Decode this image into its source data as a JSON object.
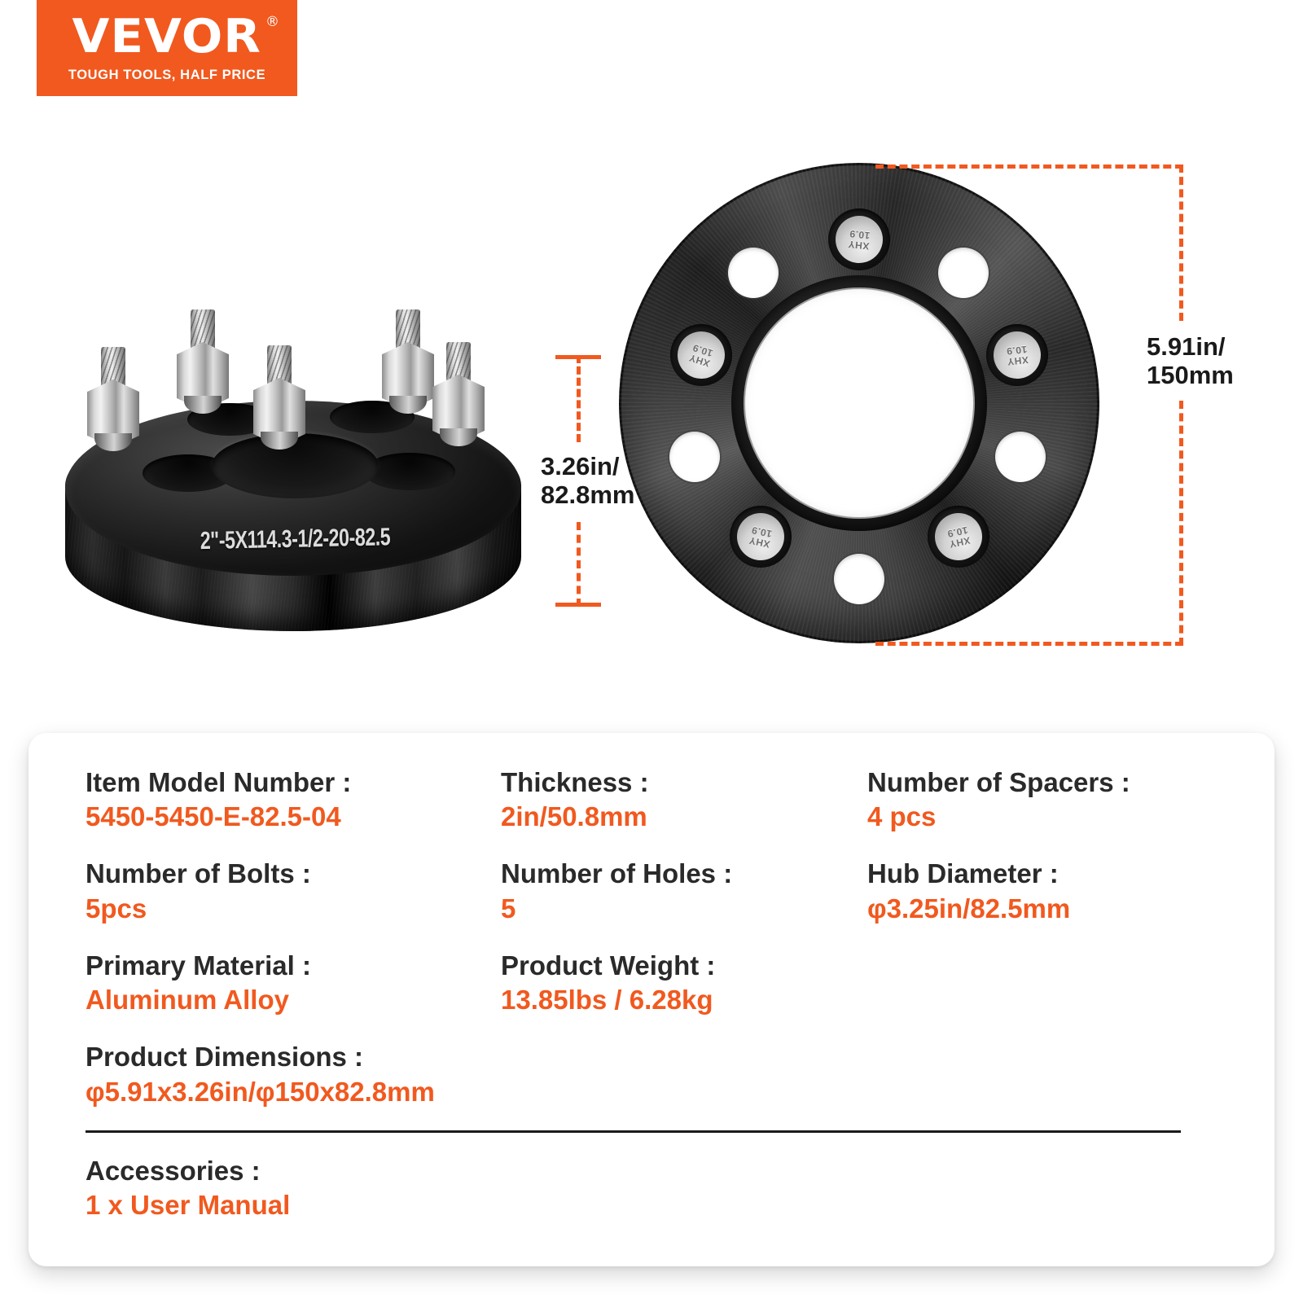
{
  "brand": {
    "wordmark": "VEVOR",
    "registered_mark": "®",
    "tagline": "TOUGH TOOLS, HALF PRICE",
    "banner_color": "#F1591F"
  },
  "product_images": {
    "perspective_view": {
      "name": "wheel-spacer-perspective",
      "engraving": "2\"-5X114.3-1/2-20-82.5",
      "stud_count": 5
    },
    "face_view": {
      "name": "wheel-spacer-face",
      "bolt_marking_brand": "XHY",
      "bolt_marking_grade": "10.9",
      "bolt_count": 5,
      "lug_hole_count": 5
    }
  },
  "dimensions": {
    "thickness": {
      "label": "3.26in/\n82.8mm",
      "line_color": "#F1591F"
    },
    "diameter": {
      "label": "5.91in/\n150mm",
      "line_color": "#F1591F"
    }
  },
  "specs": {
    "accent_color": "#F1591F",
    "label_color": "#2A2A2A",
    "rows": [
      {
        "label": "Item Model Number :",
        "value": "5450-5450-E-82.5-04"
      },
      {
        "label": "Thickness :",
        "value": "2in/50.8mm"
      },
      {
        "label": "Number of Spacers :",
        "value": "4 pcs"
      },
      {
        "label": "Number of Bolts :",
        "value": "5pcs"
      },
      {
        "label": "Number of Holes :",
        "value": "5"
      },
      {
        "label": "Hub Diameter :",
        "value": "φ3.25in/82.5mm"
      },
      {
        "label": "Primary Material :",
        "value": "Aluminum Alloy"
      },
      {
        "label": "Product Weight :",
        "value": "13.85lbs / 6.28kg"
      }
    ],
    "dimensions_row": {
      "label": "Product Dimensions :",
      "value": "φ5.91x3.26in/φ150x82.8mm"
    },
    "accessories_row": {
      "label": "Accessories :",
      "value": "1 x User Manual"
    }
  }
}
